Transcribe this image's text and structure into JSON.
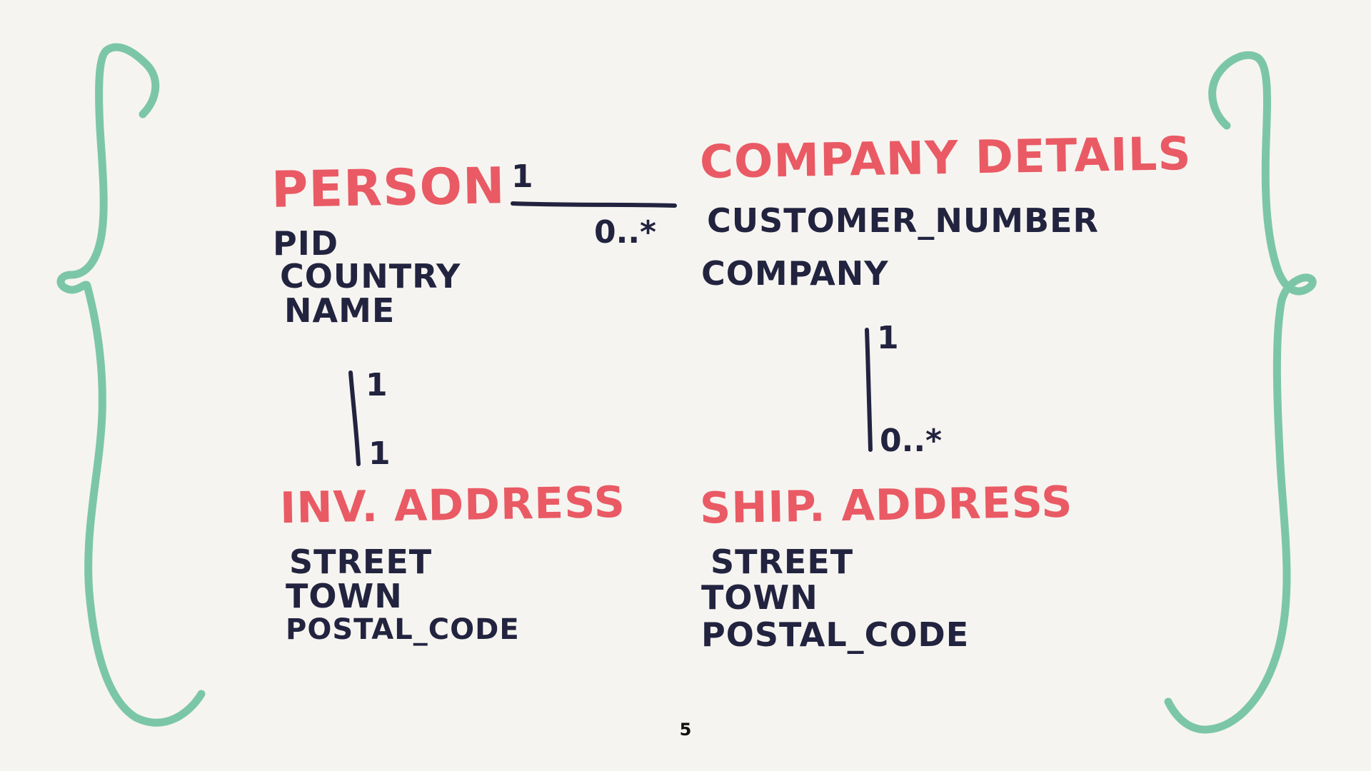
{
  "diagram": {
    "person": {
      "title": "PERSON",
      "attributes": [
        "PID",
        "COUNTRY",
        "NAME"
      ]
    },
    "company_details": {
      "title": "COMPANY DETAILS",
      "attributes": [
        "CUSTOMER_NUMBER",
        "COMPANY"
      ]
    },
    "invoice_address": {
      "title": "INV. ADDRESS",
      "attributes": [
        "STREET",
        "TOWN",
        "POSTAL_CODE"
      ]
    },
    "shipping_address": {
      "title": "SHIP. ADDRESS",
      "attributes": [
        "STREET",
        "TOWN",
        "POSTAL_CODE"
      ]
    },
    "relations": {
      "person_company": {
        "from_multiplicity": "1",
        "to_multiplicity": "0..*"
      },
      "person_invoice": {
        "from_multiplicity": "1",
        "to_multiplicity": "1"
      },
      "company_shipping": {
        "from_multiplicity": "1",
        "to_multiplicity": "0..*"
      }
    }
  },
  "page_number": "5",
  "colors": {
    "background": "#f6f4f0",
    "entity_title": "#e95a64",
    "attribute_text": "#22233f",
    "brace": "#7cc6a8",
    "connector": "#22233f"
  },
  "icons": {
    "left_brace": "left-curly-brace-icon",
    "right_brace": "right-curly-brace-icon"
  }
}
